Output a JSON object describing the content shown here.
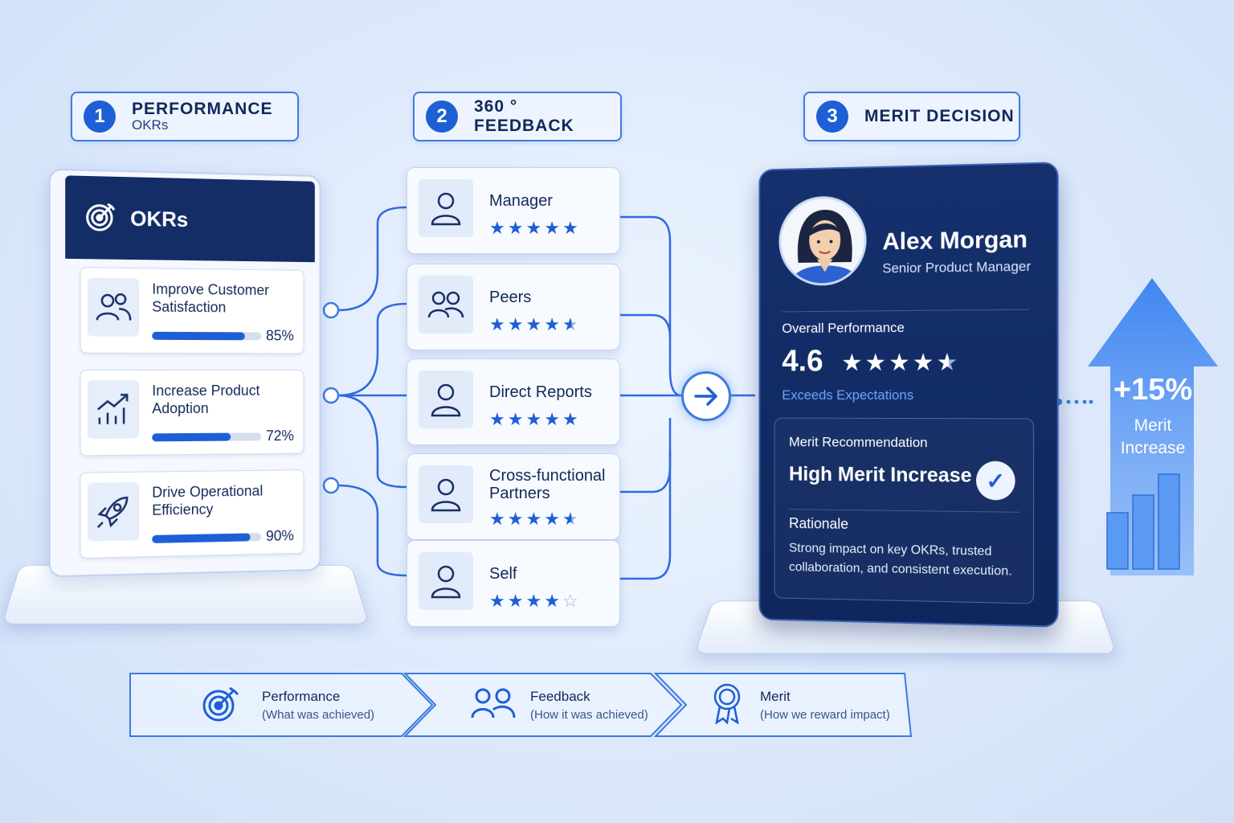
{
  "steps": [
    {
      "num": "1",
      "title": "PERFORMANCE",
      "subtitle": "OKRs"
    },
    {
      "num": "2",
      "title": "360 ° FEEDBACK"
    },
    {
      "num": "3",
      "title": "MERIT DECISION"
    }
  ],
  "okr_panel": {
    "title": "OKRs",
    "items": [
      {
        "label": "Improve Customer Satisfaction",
        "percent": "85%",
        "progress": 0.85,
        "icon": "people-icon"
      },
      {
        "label": "Increase Product Adoption",
        "percent": "72%",
        "progress": 0.72,
        "icon": "growth-chart-icon"
      },
      {
        "label": "Drive Operational Efficiency",
        "percent": "90%",
        "progress": 0.9,
        "icon": "rocket-icon"
      }
    ]
  },
  "feedback": [
    {
      "name": "Manager",
      "rating": 5,
      "icon": "person-icon"
    },
    {
      "name": "Peers",
      "rating": 4.5,
      "icon": "people-icon"
    },
    {
      "name": "Direct Reports",
      "rating": 5,
      "icon": "person-icon"
    },
    {
      "name": "Cross-functional",
      "name2": "Partners",
      "rating": 4.5,
      "icon": "person-icon"
    },
    {
      "name": "Self",
      "rating": 4,
      "icon": "person-icon"
    }
  ],
  "merit": {
    "name": "Alex Morgan",
    "role": "Senior Product Manager",
    "overall_label": "Overall Performance",
    "score": "4.6",
    "score_rating": 4.6,
    "rating_text": "Exceeds Expectations",
    "rec_label": "Merit Recommendation",
    "rec_value": "High Merit Increase",
    "rationale_label": "Rationale",
    "rationale": "Strong impact on key OKRs, trusted collaboration, and consistent execution."
  },
  "increase": {
    "value": "+15%",
    "label1": "Merit",
    "label2": "Increase"
  },
  "flow": [
    {
      "title": "Performance",
      "subtitle": "(What was achieved)",
      "icon": "target-icon"
    },
    {
      "title": "Feedback",
      "subtitle": "(How it was achieved)",
      "icon": "people-icon"
    },
    {
      "title": "Merit",
      "subtitle": "(How we reward impact)",
      "icon": "award-ribbon-icon"
    }
  ],
  "colors": {
    "accent": "#1e5fd6",
    "navy": "#142d66",
    "background": "#dde9fb"
  }
}
